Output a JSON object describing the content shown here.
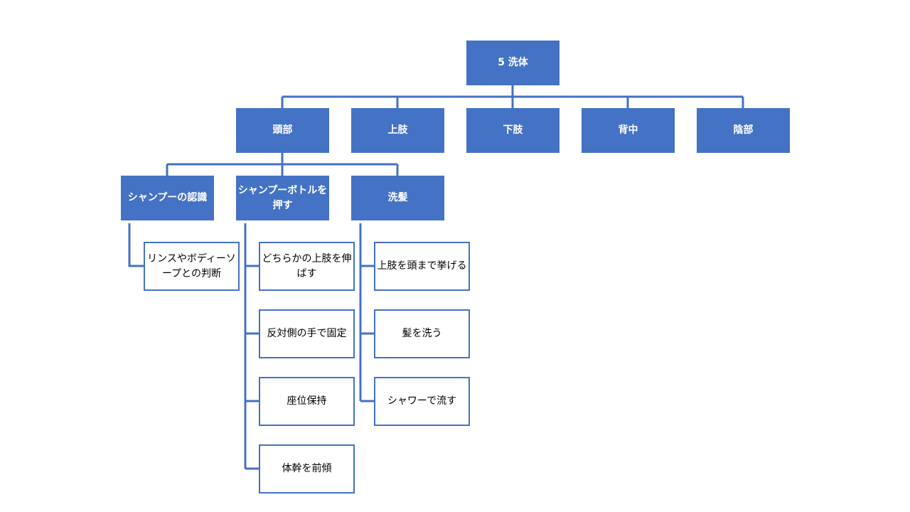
{
  "colors": {
    "accent": "#4472c4",
    "text_dark": "#000000",
    "text_light": "#ffffff"
  },
  "diagram": {
    "root": {
      "label": "5 洗体"
    },
    "level1": [
      {
        "label": "頭部"
      },
      {
        "label": "上肢"
      },
      {
        "label": "下肢"
      },
      {
        "label": "背中"
      },
      {
        "label": "陰部"
      }
    ],
    "level2": [
      {
        "label": "シャンプーの認識"
      },
      {
        "label": "シャンプーボトルを押す"
      },
      {
        "label": "洗髪"
      }
    ],
    "recognition_steps": [
      {
        "label": "リンスやボディーソープとの判断"
      }
    ],
    "bottle_steps": [
      {
        "label": "どちらかの上肢を伸ばす"
      },
      {
        "label": "反対側の手で固定"
      },
      {
        "label": "座位保持"
      },
      {
        "label": "体幹を前傾"
      }
    ],
    "wash_steps": [
      {
        "label": "上肢を頭まで挙げる"
      },
      {
        "label": "髪を洗う"
      },
      {
        "label": "シャワーで流す"
      }
    ]
  }
}
